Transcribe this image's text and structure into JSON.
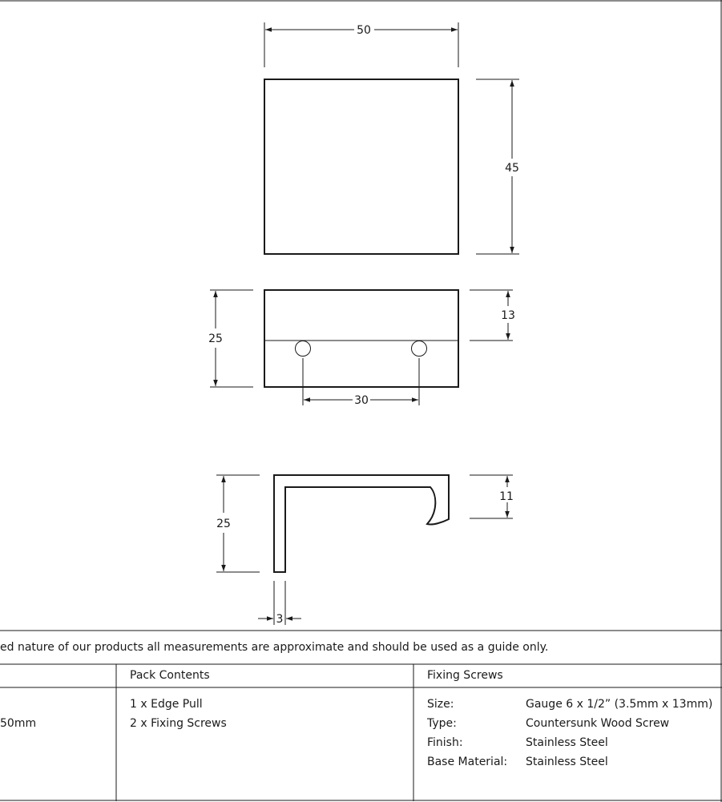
{
  "dimensions": {
    "top_width": "50",
    "top_height": "45",
    "front_height": "25",
    "front_offset": "13",
    "hole_spacing": "30",
    "side_height": "25",
    "side_lip": "11",
    "side_thickness": "3"
  },
  "note": "ed nature of our products all measurements are approximate and should be used as a guide only.",
  "table": {
    "col1_value": "50mm",
    "pack_contents": {
      "header": "Pack Contents",
      "items": [
        "1 x Edge Pull",
        "2 x Fixing Screws"
      ]
    },
    "fixing_screws": {
      "header": "Fixing Screws",
      "rows": [
        {
          "label": "Size:",
          "value": "Gauge 6 x 1/2” (3.5mm x 13mm)"
        },
        {
          "label": "Type:",
          "value": "Countersunk Wood Screw"
        },
        {
          "label": "Finish:",
          "value": "Stainless Steel"
        },
        {
          "label": "Base Material:",
          "value": "Stainless Steel"
        }
      ]
    }
  }
}
